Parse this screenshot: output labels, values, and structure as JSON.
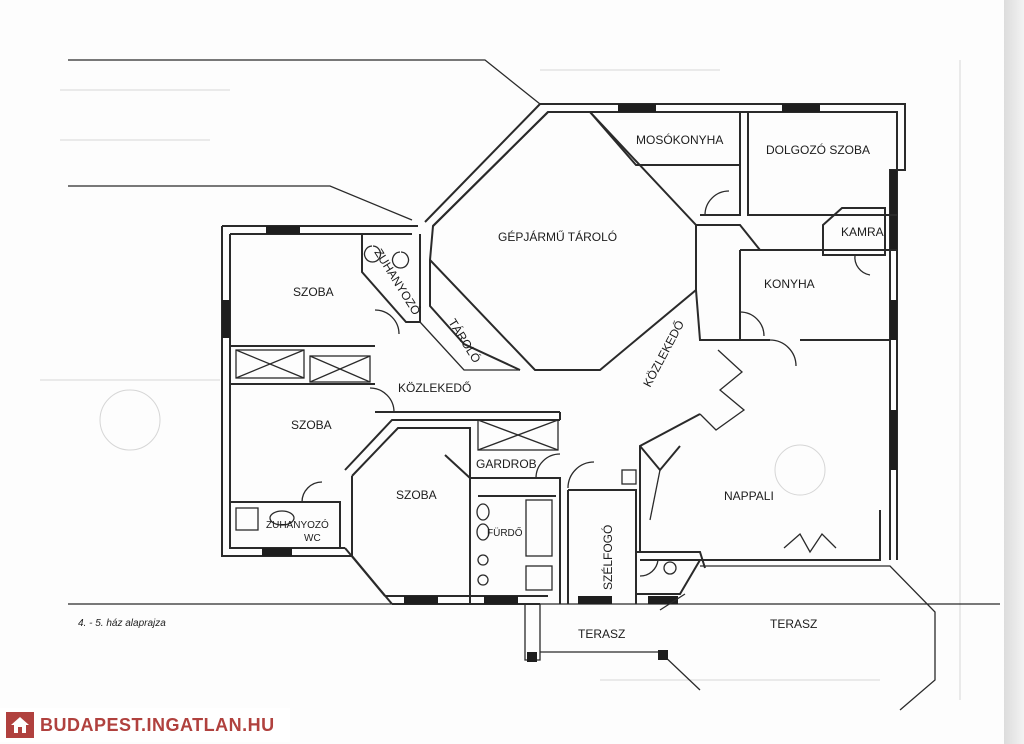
{
  "plan": {
    "caption": "4. - 5. ház alaprajza",
    "rooms": {
      "mosokonyha": "MOSÓKONYHA",
      "dolgozo_szoba": "DOLGOZÓ SZOBA",
      "gepjarmu_tarolo": "GÉPJÁRMŰ TÁROLÓ",
      "kamra": "KAMRA",
      "konyha": "KONYHA",
      "szoba_1": "SZOBA",
      "zuhanyozo_1": "ZUHANYOZÓ",
      "tarolo": "TÁROLÓ",
      "kozlekedo_1": "KÖZLEKEDŐ",
      "kozlekedo_2": "KÖZLEKEDŐ",
      "szoba_2": "SZOBA",
      "gardrob": "GARDROB",
      "szoba_3": "SZOBA",
      "nappali": "NAPPALI",
      "furdo": "FÜRDŐ",
      "szelfogo": "SZÉLFOGÓ",
      "zuhanyozo_2": "ZUHANYOZÓ",
      "wc": "WC",
      "terasz_1": "TERASZ",
      "terasz_2": "TERASZ"
    }
  },
  "watermark": {
    "text": "BUDAPEST.INGATLAN.HU",
    "icon": "house-icon",
    "color": "#b0413e"
  }
}
